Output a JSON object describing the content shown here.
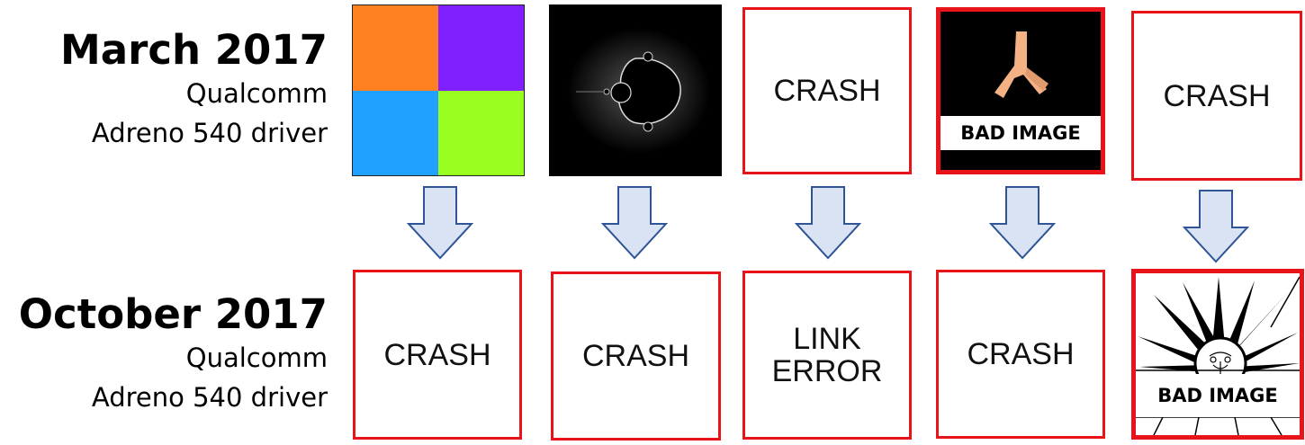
{
  "rows": [
    {
      "title": "March 2017",
      "vendor": "Qualcomm",
      "driver": "Adreno 540 driver",
      "tiles": [
        {
          "kind": "image",
          "image": "colored-quadrants"
        },
        {
          "kind": "image",
          "image": "mandelbrot"
        },
        {
          "kind": "text",
          "text": "CRASH"
        },
        {
          "kind": "bad-image",
          "image": "peach-shape",
          "banner": "BAD IMAGE"
        },
        {
          "kind": "text",
          "text": "CRASH"
        }
      ]
    },
    {
      "title": "October 2017",
      "vendor": "Qualcomm",
      "driver": "Adreno 540 driver",
      "tiles": [
        {
          "kind": "text",
          "text": "CRASH"
        },
        {
          "kind": "text",
          "text": "CRASH"
        },
        {
          "kind": "text",
          "text": "LINK\nERROR"
        },
        {
          "kind": "text",
          "text": "CRASH"
        },
        {
          "kind": "bad-image",
          "image": "spiky-sun",
          "banner": "BAD IMAGE"
        }
      ]
    }
  ],
  "colors": {
    "error_border": "#e8141a",
    "arrow_fill": "#dae3f3",
    "arrow_stroke": "#2f5597",
    "quadrant_orange": "#ff8020",
    "quadrant_purple": "#8020ff",
    "quadrant_blue": "#20a0ff",
    "quadrant_green": "#99ff20",
    "peach": "#f4b183"
  },
  "icons": [
    "down-arrow-icon"
  ]
}
